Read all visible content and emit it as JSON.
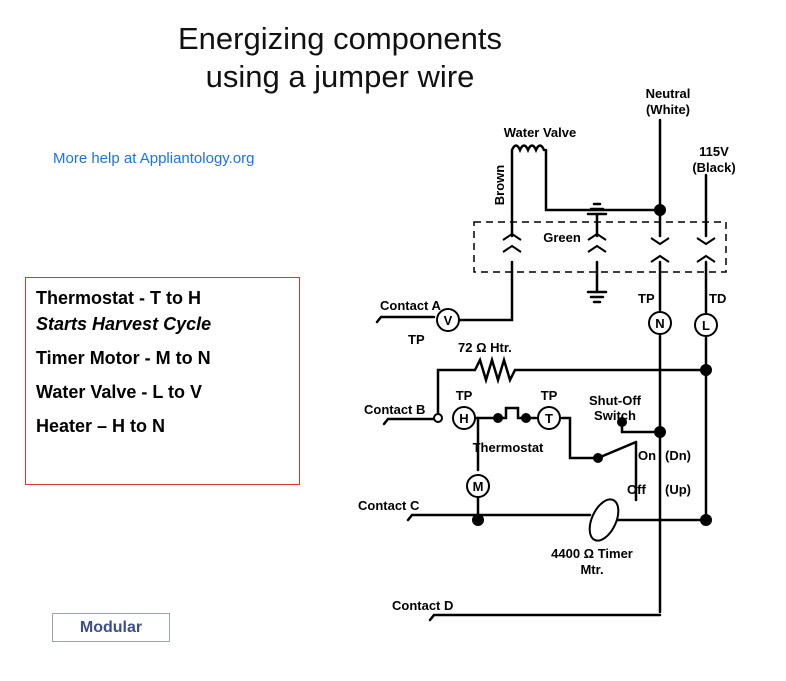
{
  "title_line1": "Energizing components",
  "title_line2": "using a jumper wire",
  "help_link": "More help at Appliantology.org",
  "steps": {
    "s1": "Thermostat - T to H",
    "s1_note": "Starts Harvest Cycle",
    "s2": "Timer Motor  - M to N",
    "s3": "Water Valve -  L to V",
    "s4": "Heater – H to N"
  },
  "modular_button": "Modular",
  "labels": {
    "neutral": "Neutral",
    "white": "(White)",
    "water_valve": "Water Valve",
    "v115": "115V",
    "black": "(Black)",
    "brown": "Brown",
    "green": "Green",
    "contact_a": "Contact A",
    "tp_a": "TP",
    "tp_n": "TP",
    "td": "TD",
    "htr": "72 Ω Htr.",
    "contact_b": "Contact B",
    "tp_h": "TP",
    "tp_t": "TP",
    "thermostat": "Thermostat",
    "shutoff1": "Shut-Off",
    "shutoff2": "Switch",
    "on": "On",
    "dn": "(Dn)",
    "off": "Off",
    "up": "(Up)",
    "contact_c": "Contact C",
    "timer1": "4400 Ω Timer",
    "timer2": "Mtr.",
    "contact_d": "Contact D",
    "node_v": "V",
    "node_n": "N",
    "node_l": "L",
    "node_h": "H",
    "node_t": "T",
    "node_m": "M"
  }
}
